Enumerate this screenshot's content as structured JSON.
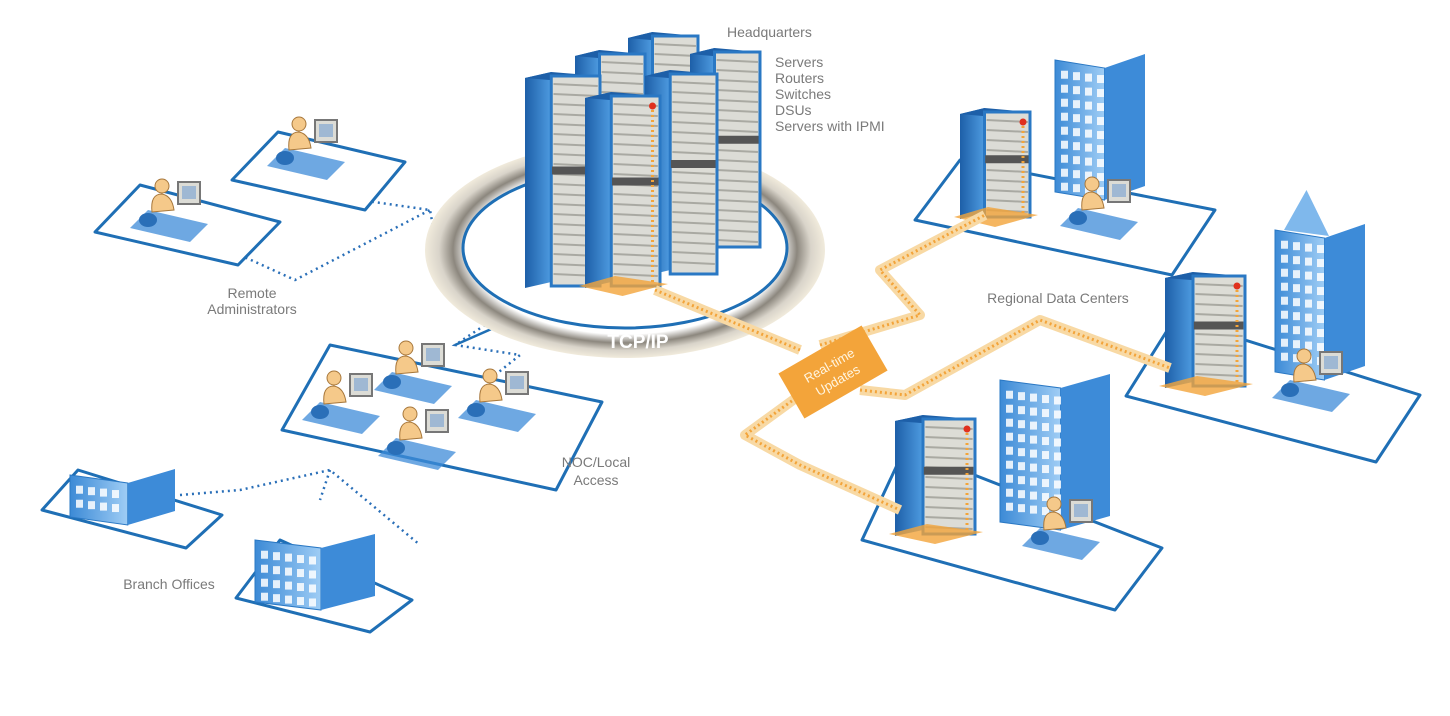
{
  "diagram": {
    "headquarters": {
      "title": "Headquarters",
      "items": [
        "Servers",
        "Routers",
        "Switches",
        "DSUs",
        "Servers with IPMI"
      ]
    },
    "tcp_label": "TCP/IP",
    "realtime_label": [
      "Real-time",
      "Updates"
    ],
    "regional_label": "Regional Data Centers",
    "remote_label": [
      "Remote",
      "Administrators"
    ],
    "noc_label": [
      "NOC/Local",
      "Access"
    ],
    "branch_label": "Branch Offices"
  },
  "colors": {
    "base": "#f1ebdc",
    "platform_stroke": "#1f6fb5",
    "rack_blue": "#2a78c4",
    "orange": "#f3a43a",
    "label": "#7a7a7a"
  }
}
